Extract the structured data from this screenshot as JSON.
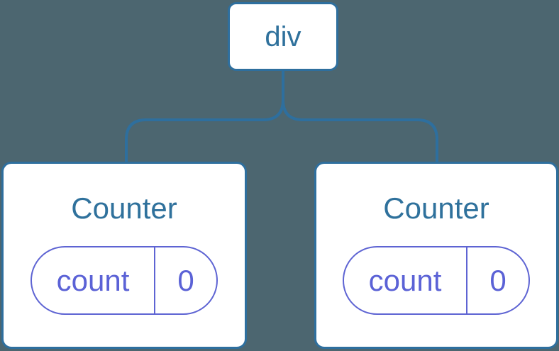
{
  "colors": {
    "background": "#4C6670",
    "node-stroke": "#2E6F9E",
    "node-text": "#2F719C",
    "state-stroke": "#5E64D3",
    "state-text": "#5B62D6"
  },
  "diagram": {
    "description": "Component tree: a div root with two Counter children, each holding count state",
    "root": {
      "label": "div"
    },
    "children": [
      {
        "title": "Counter",
        "state": {
          "key": "count",
          "value": "0"
        }
      },
      {
        "title": "Counter",
        "state": {
          "key": "count",
          "value": "0"
        }
      }
    ]
  }
}
